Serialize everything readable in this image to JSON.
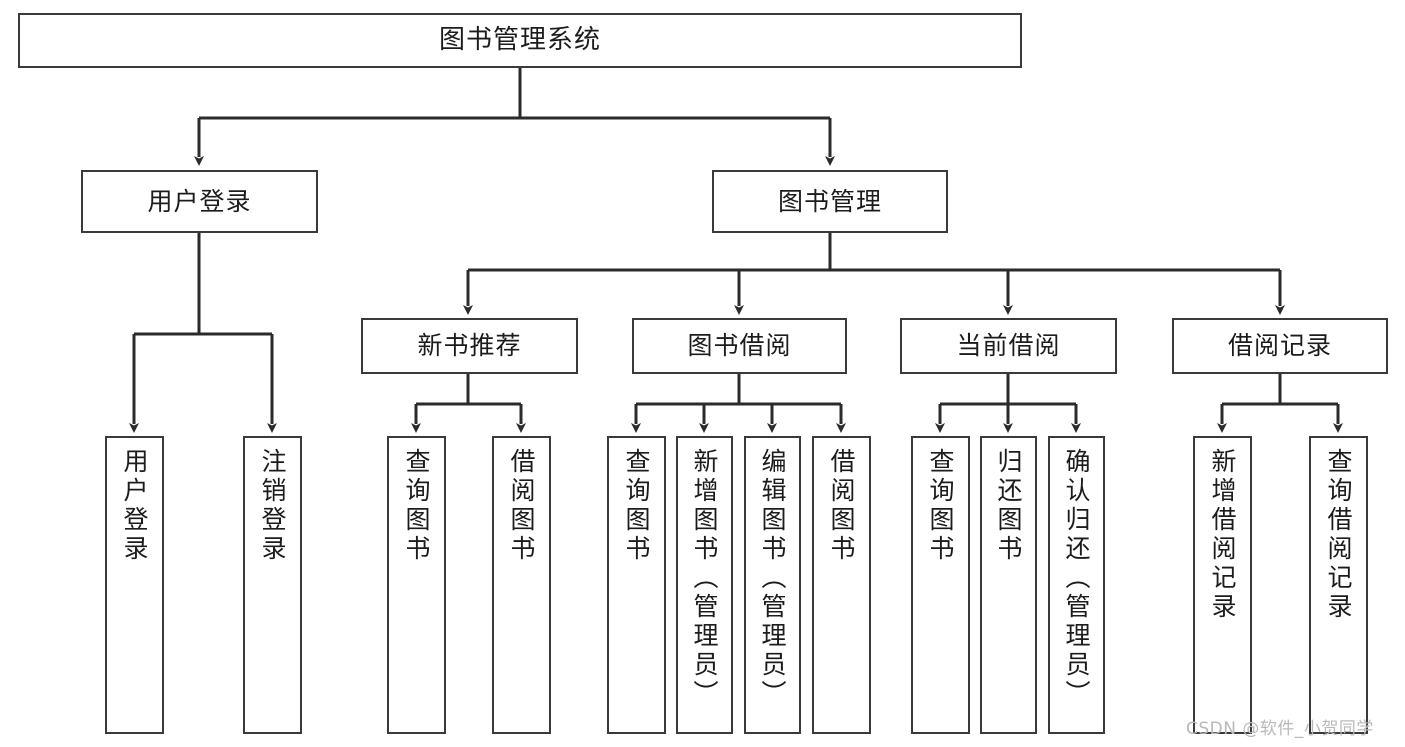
{
  "diagram": {
    "title": "图书管理系统",
    "type": "hierarchy-tree",
    "root": {
      "label": "图书管理系统"
    },
    "level2": [
      {
        "label": "用户登录"
      },
      {
        "label": "图书管理"
      }
    ],
    "level3": [
      {
        "label": "新书推荐"
      },
      {
        "label": "图书借阅"
      },
      {
        "label": "当前借阅"
      },
      {
        "label": "借阅记录"
      }
    ],
    "leaves": {
      "user_login": [
        {
          "label": "用户登录"
        },
        {
          "label": "注销登录"
        }
      ],
      "new_book_recommend": [
        {
          "label": "查询图书"
        },
        {
          "label": "借阅图书"
        }
      ],
      "book_borrow": [
        {
          "label": "查询图书"
        },
        {
          "label": "新增图书（管理员）"
        },
        {
          "label": "编辑图书（管理员）"
        },
        {
          "label": "借阅图书"
        }
      ],
      "current_borrow": [
        {
          "label": "查询图书"
        },
        {
          "label": "归还图书"
        },
        {
          "label": "确认归还（管理员）"
        }
      ],
      "borrow_record": [
        {
          "label": "新增借阅记录"
        },
        {
          "label": "查询借阅记录"
        }
      ]
    }
  },
  "watermark": {
    "text": "CSDN @软件_小贺同学"
  },
  "colors": {
    "box_border": "#3a3a3a",
    "box_fill": "#ffffff",
    "connector": "#2b2b2b",
    "text": "#1c1c1c",
    "watermark": "#b9b9b9"
  }
}
